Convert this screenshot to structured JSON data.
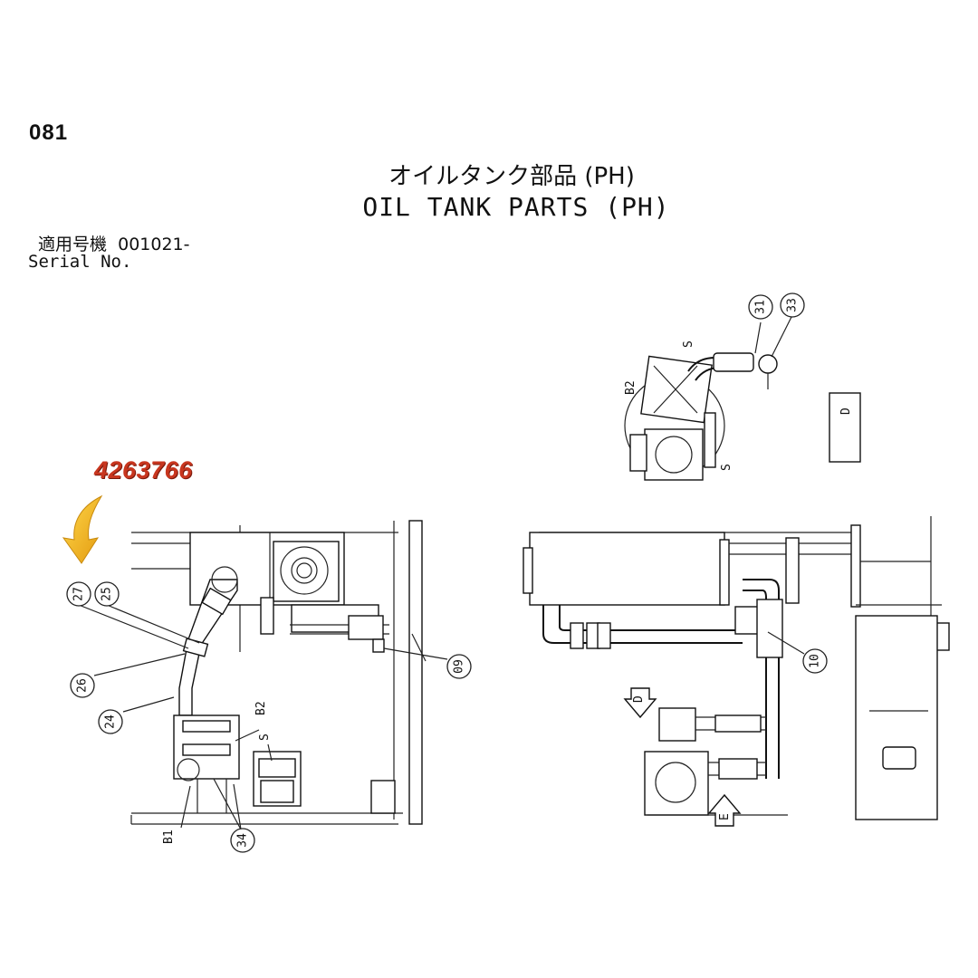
{
  "header": {
    "page_number": "081",
    "title_jp": "オイルタンク部品 (PH)",
    "title_en": "OIL TANK PARTS (PH)",
    "serial_label_jp": "適用号機",
    "serial_value": "001021-",
    "serial_label_en": "Serial No."
  },
  "part_number": "4263766",
  "callouts": {
    "c27": "27",
    "c25": "25",
    "c26": "26",
    "c24": "24",
    "c34": "34",
    "c09": "09",
    "c10": "10",
    "c31": "31",
    "c33": "33"
  },
  "labels": {
    "b1": "B1",
    "b2_left": "B2",
    "b2_top": "B2",
    "s_left": "S",
    "s_top1": "S",
    "s_top2": "S",
    "view_d": "D",
    "view_e": "E",
    "view_box": "D"
  },
  "colors": {
    "part_number": "#c8361f",
    "arrow": "#f2b820"
  }
}
